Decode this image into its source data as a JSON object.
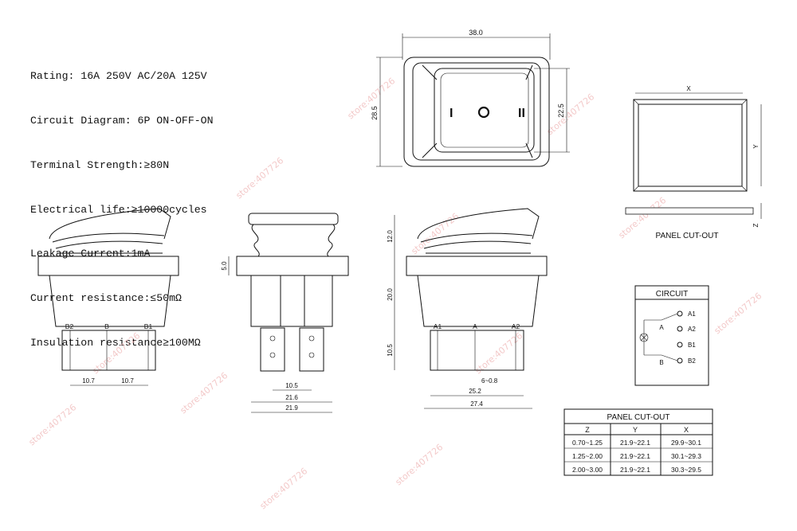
{
  "specs": [
    "Rating: 16A 250V AC/20A 125V",
    "Circuit Diagram: 6P ON-OFF-ON",
    "Terminal Strength:≥80N",
    "Electrical life:≥10000cycles",
    "Leakage Current:1mA",
    "Current resistance:≤50mΩ",
    "Insulation resistance≥100MΩ"
  ],
  "top_view": {
    "width_dim": "38.0",
    "height_dim": "28.5",
    "inner_dim": "22.5",
    "marks": [
      "I",
      "O",
      "II"
    ]
  },
  "side_views": {
    "left": {
      "terminals": [
        "B2",
        "B",
        "B1"
      ],
      "spacing": [
        "10.7",
        "10.7"
      ]
    },
    "middle": {
      "dim_5": "5.0",
      "dim_105": "10.5",
      "dim_216": "21.6",
      "dim_219": "21.9"
    },
    "right": {
      "terminals": [
        "A1",
        "A",
        "A2"
      ],
      "dim_12": "12.0",
      "dim_20": "20.0",
      "dim_105": "10.5",
      "dim_68": "6~0.8",
      "dim_252": "25.2",
      "dim_274": "27.4"
    }
  },
  "panel": {
    "x_label": "X",
    "y_label": "Y",
    "z_label": "Z",
    "caption": "PANEL CUT-OUT"
  },
  "circuit": {
    "title": "CIRCUIT",
    "labels": [
      "A1",
      "A2",
      "B1",
      "B2"
    ],
    "common": [
      "A",
      "B"
    ]
  },
  "cutout_table": {
    "title": "PANEL CUT-OUT",
    "headers": [
      "Z",
      "Y",
      "X"
    ],
    "rows": [
      [
        "0.70~1.25",
        "21.9~22.1",
        "29.9~30.1"
      ],
      [
        "1.25~2.00",
        "21.9~22.1",
        "30.1~29.3"
      ],
      [
        "2.00~3.00",
        "21.9~22.1",
        "30.3~29.5"
      ]
    ]
  },
  "watermark": "store:407726"
}
